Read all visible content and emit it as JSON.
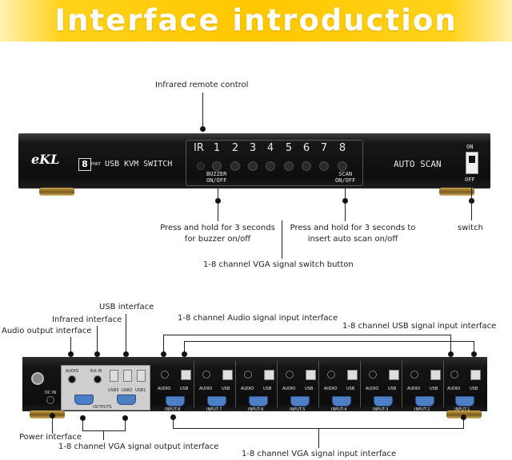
{
  "banner": {
    "title": "Interface introduction"
  },
  "front": {
    "annotations": {
      "infrared_remote": "Infrared remote control",
      "buzzer_hold": "Press and hold for 3 seconds\nfor buzzer on/off",
      "scan_hold": "Press and hold for 3 seconds to\ninsert auto scan on/off",
      "switch": "switch",
      "vga_switch_button": "1-8 channel VGA signal switch button"
    },
    "panel": {
      "brand": "eKL",
      "port_badge": "8",
      "port_word": "PORT",
      "model": "USB KVM SWITCH",
      "ir": "IR",
      "numbers": [
        "1",
        "2",
        "3",
        "4",
        "5",
        "6",
        "7",
        "8"
      ],
      "buzzer_label": "BUZZER\nON/OFF",
      "scan_label": "SCAN\nON/OFF",
      "auto_scan": "AUTO SCAN",
      "on": "ON",
      "off": "OFF"
    }
  },
  "rear": {
    "annotations": {
      "usb_interface": "USB interface",
      "infrared_interface": "Infrared interface",
      "audio_output": "Audio output interface",
      "audio_input": "1-8  channel Audio signal input interface",
      "usb_input": "1-8  channel USB signal input interface",
      "power": "Power interface",
      "vga_output": "1-8  channel VGA signal output interface",
      "vga_input": "1-8  channel VGA signal input interface"
    },
    "panel": {
      "dc_in": "DC IN",
      "audio": "AUDIO",
      "ext_ir": "Ext IR",
      "usb3": "USB3",
      "usb2": "USB2",
      "usb1": "USB1",
      "outputs": "OUTPUTS",
      "port_audio": "AUDIO",
      "port_usb": "USB",
      "inputs": [
        "INPUT-8",
        "INPUT-7",
        "INPUT-6",
        "INPUT-5",
        "INPUT-4",
        "INPUT-3",
        "INPUT-2",
        "INPUT-1"
      ]
    }
  }
}
